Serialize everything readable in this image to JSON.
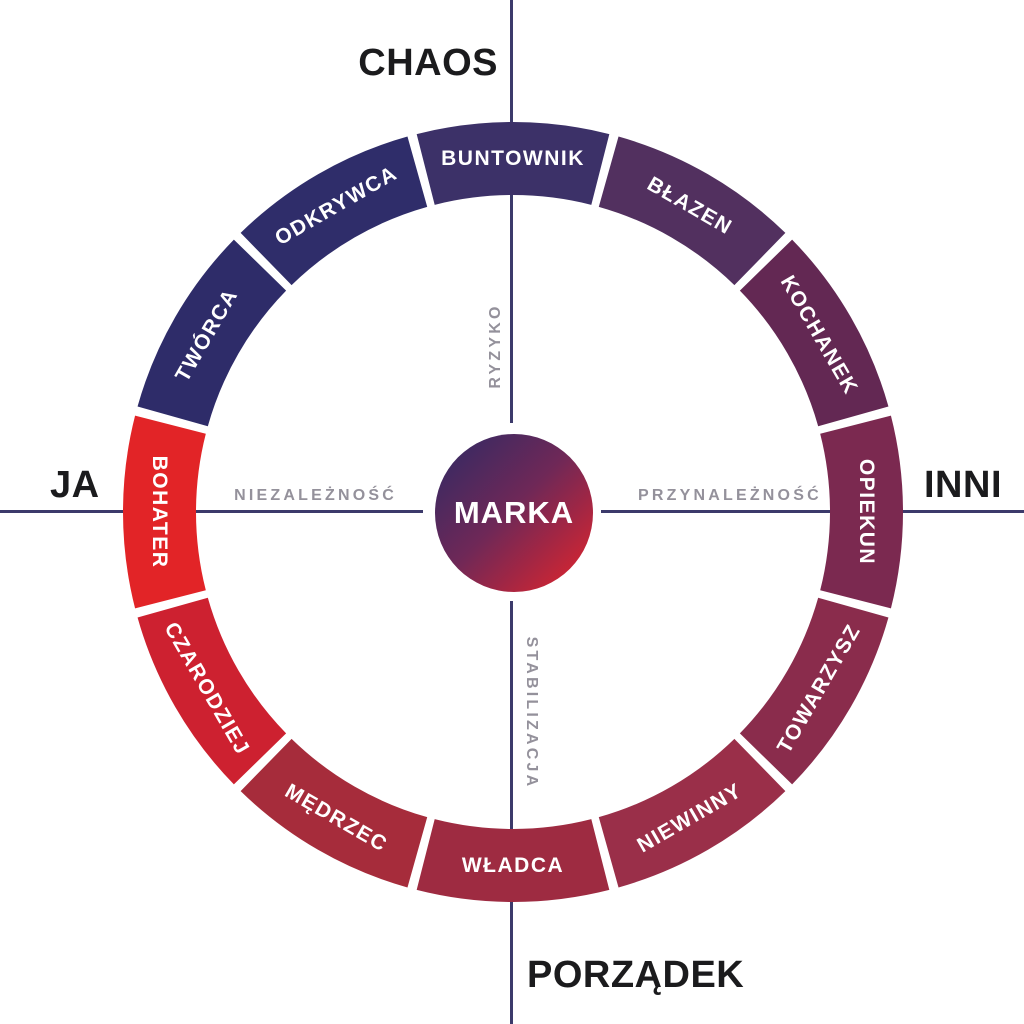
{
  "diagram": {
    "center": {
      "label": "MARKA",
      "gradient_start": "#2d2a65",
      "gradient_mid": "#6f2857",
      "gradient_end": "#e7242a"
    },
    "outer_axis_labels": {
      "top": "CHAOS",
      "bottom": "PORZĄDEK",
      "left": "JA",
      "right": "INNI"
    },
    "inner_axis_labels": {
      "top": "RYZYKO",
      "bottom": "STABILIZACJA",
      "left": "NIEZALEŻNOŚĆ",
      "right": "PRZYNALEŻNOŚĆ"
    },
    "colors": {
      "axis_line": "#3c3a6b",
      "outer_label": "#1b1b1d",
      "inner_label": "#94919b",
      "segment_label": "#ffffff",
      "background": "#ffffff"
    },
    "segments": [
      {
        "label": "BUNTOWNIK",
        "angle_deg": 0,
        "color": "#3c3168"
      },
      {
        "label": "BŁAZEN",
        "angle_deg": 30,
        "color": "#52305f"
      },
      {
        "label": "KOCHANEK",
        "angle_deg": 60,
        "color": "#632853"
      },
      {
        "label": "OPIEKUN",
        "angle_deg": 90,
        "color": "#7b2950"
      },
      {
        "label": "TOWARZYSZ",
        "angle_deg": 120,
        "color": "#8a2c4c"
      },
      {
        "label": "NIEWINNY",
        "angle_deg": 150,
        "color": "#9a2f49"
      },
      {
        "label": "WŁADCA",
        "angle_deg": 180,
        "color": "#9e2b41"
      },
      {
        "label": "MĘDRZEC",
        "angle_deg": 210,
        "color": "#a62c3b"
      },
      {
        "label": "CZARODZIEJ",
        "angle_deg": 240,
        "color": "#cd2130"
      },
      {
        "label": "BOHATER",
        "angle_deg": 270,
        "color": "#e22427"
      },
      {
        "label": "TWÓRCA",
        "angle_deg": 300,
        "color": "#2e2c69"
      },
      {
        "label": "ODKRYWCA",
        "angle_deg": 330,
        "color": "#2f2d6a"
      }
    ]
  }
}
